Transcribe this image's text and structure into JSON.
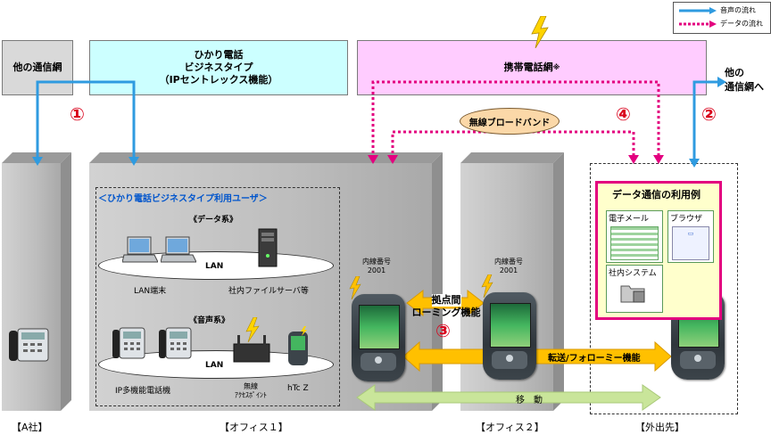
{
  "legend": {
    "voice": "音声の流れ",
    "data": "データの流れ"
  },
  "networks": {
    "other": "他の通信網",
    "hikari": [
      "ひかり電話",
      "ビジネスタイプ",
      "（IPセントレックス機能）"
    ],
    "mobile": "携帯電話網",
    "mobile_note": "※",
    "other_right": [
      "他の",
      "通信網へ"
    ]
  },
  "markers": {
    "m1": "①",
    "m2": "②",
    "m3": "③",
    "m4": "④"
  },
  "wireless_broadband": "無線ブロードバンド",
  "office1": {
    "users_title": "＜ひかり電話ビジネスタイプ利用ユーザ＞",
    "data_heading": "《データ系》",
    "voice_heading": "《音声系》",
    "lan": "LAN",
    "lan_terminal": "LAN端末",
    "file_server": "社内ファイルサーバ等",
    "ip_phone": "IP多機能電話機",
    "wireless_ap": [
      "無線",
      "ｱｸｾｽﾎﾟｲﾝﾄ"
    ],
    "htc": "hTc Z"
  },
  "phones": {
    "ext_label": "内線番号",
    "ext_number": "2001"
  },
  "roaming": [
    "拠点間",
    "ローミング機能"
  ],
  "forward": "転送/フォローミー機能",
  "move": "移　動",
  "data_usage": {
    "title": "データ通信の利用例",
    "email": "電子メール",
    "browser": "ブラウザ",
    "intranet": "社内システム"
  },
  "locations": {
    "a": "【A社】",
    "office1": "【オフィス１】",
    "office2": "【オフィス２】",
    "outside": "【外出先】"
  },
  "colors": {
    "voice": "#2f9be0",
    "data": "#e3007f",
    "hikari": "#ccffff",
    "mobile": "#ffccff",
    "gray_box": "#d9d9d9"
  }
}
